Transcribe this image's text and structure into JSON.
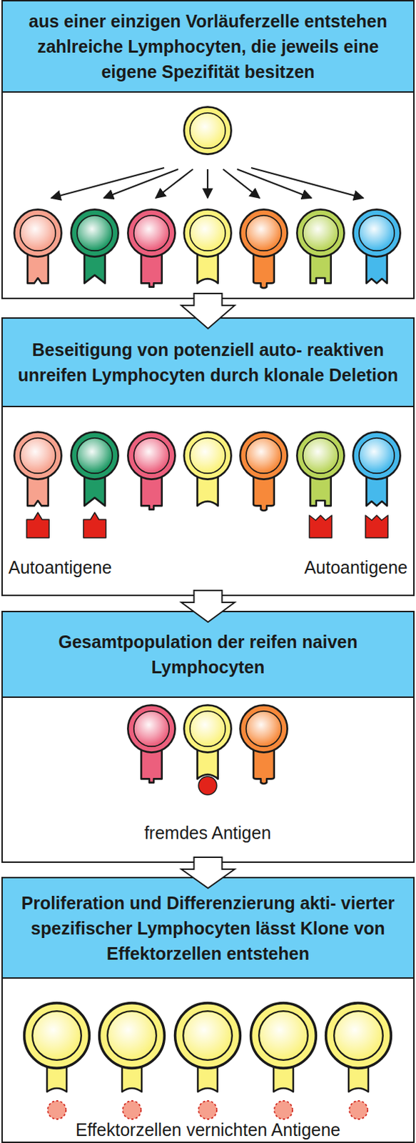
{
  "diagram": {
    "nodes": [
      {
        "text": [
          "aus einer einzigen Vorläuferzelle entstehen zahlreiche Lymphocyten, die jeweils eine eigene Spezifität besitzen"
        ]
      },
      {
        "text": [
          "Beseitigung von potenziell auto- reaktiven unreifen Lymphocyten durch klonale Deletion"
        ]
      },
      {
        "text": [
          "Gesamtpopulation der reifen naiven Lymphocyten"
        ]
      },
      {
        "text": [
          "Proliferation und Differenzierung akti- vierter spezifischer Lymphocyten lässt Klone von Effektorzellen entstehen"
        ]
      }
    ],
    "edges": [
      {
        "from": 0,
        "to": 1,
        "arrow": "to"
      },
      {
        "from": 1,
        "to": 2,
        "arrow": "to"
      },
      {
        "from": 2,
        "to": 3,
        "arrow": "to"
      }
    ],
    "labels": [
      "Autoantigene",
      "Autoantigene",
      "fremdes Antigen",
      "Effektorzellen vernichten Antigene"
    ]
  }
}
